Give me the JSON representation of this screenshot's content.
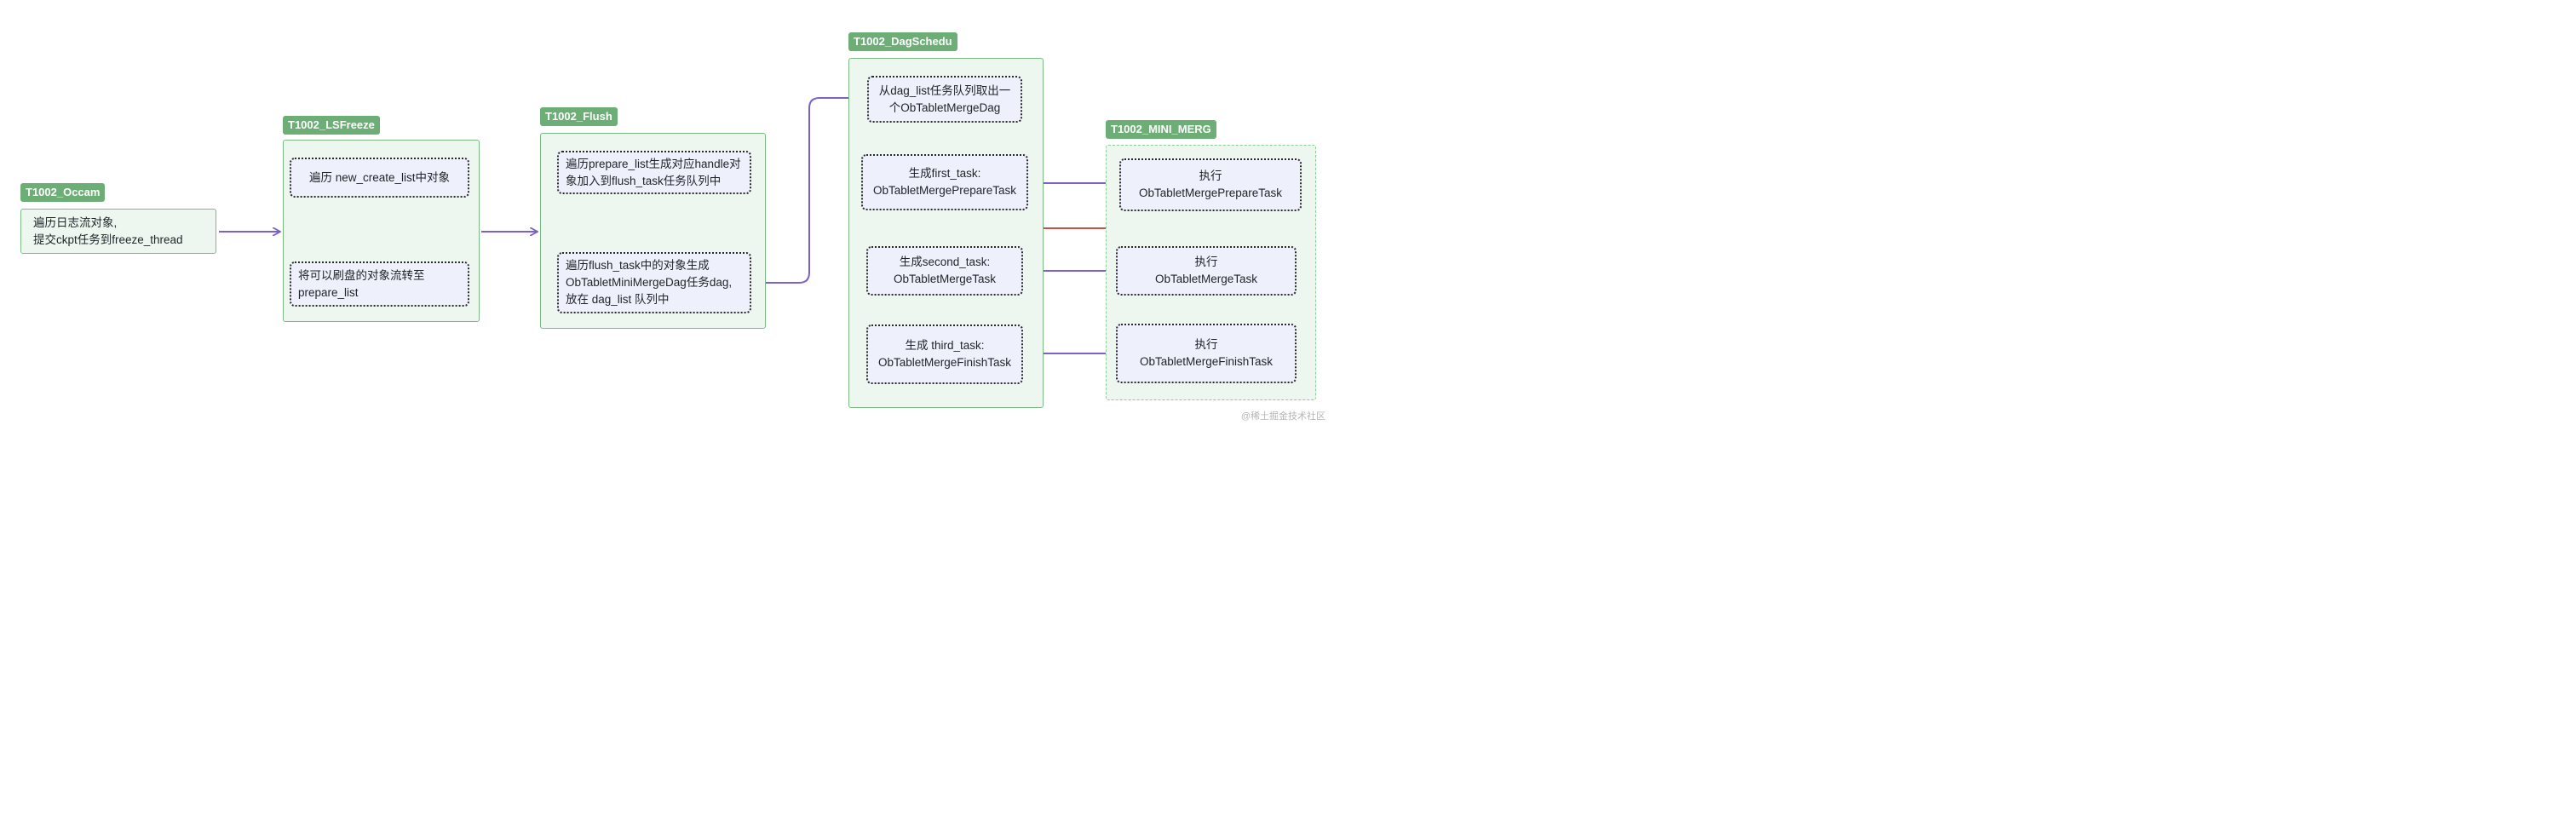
{
  "lanes": {
    "occam": {
      "label": "T1002_Occam",
      "node": {
        "lines": [
          "遍历日志流对象,",
          "提交ckpt任务到freeze_thread"
        ]
      }
    },
    "lsfreeze": {
      "label": "T1002_LSFreeze",
      "nodes": [
        {
          "lines": [
            "遍历 new_create_list中对象"
          ]
        },
        {
          "lines": [
            "将可以刷盘的对象流转至",
            "prepare_list"
          ]
        }
      ]
    },
    "flush": {
      "label": "T1002_Flush",
      "nodes": [
        {
          "lines": [
            "遍历prepare_list生成对应handle对",
            "象加入到flush_task任务队列中"
          ]
        },
        {
          "lines": [
            "遍历flush_task中的对象生成",
            "ObTabletMiniMergeDag任务dag,",
            "放在 dag_list 队列中"
          ]
        }
      ]
    },
    "dagsched": {
      "label": "T1002_DagSchedu",
      "nodes": [
        {
          "lines": [
            "从dag_list任务队列取出一",
            "个ObTabletMergeDag"
          ]
        },
        {
          "lines": [
            "生成first_task:",
            "ObTabletMergePrepareTask"
          ]
        },
        {
          "lines": [
            "生成second_task:",
            "ObTabletMergeTask"
          ]
        },
        {
          "lines": [
            "生成 third_task:",
            "ObTabletMergeFinishTask"
          ]
        }
      ]
    },
    "minimerge": {
      "label": "T1002_MINI_MERG",
      "nodes": [
        {
          "lines": [
            "执行",
            "ObTabletMergePrepareTask"
          ]
        },
        {
          "lines": [
            "执行",
            "ObTabletMergeTask"
          ]
        },
        {
          "lines": [
            "执行",
            "ObTabletMergeFinishTask"
          ]
        }
      ]
    }
  },
  "colors": {
    "edge_purple": "#7b61c9",
    "edge_black": "#111111",
    "edge_red": "#c8504a",
    "group_fill": "#eef7ef",
    "group_border": "#7cbb84",
    "label_fill": "#6cae76",
    "node_fill": "#eef0fb"
  },
  "watermark": "@稀土掘金技术社区"
}
